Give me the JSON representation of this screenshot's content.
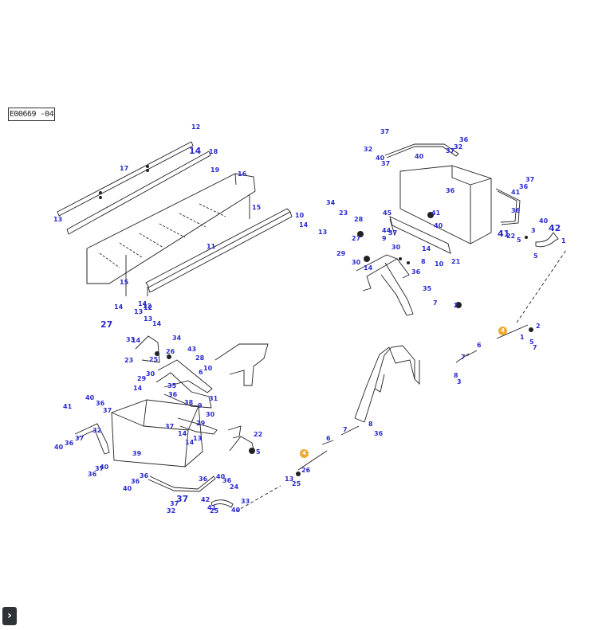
{
  "drawing_ref": "E00669 -04",
  "nav": {
    "icon": "chevron-right-icon",
    "glyph": "›"
  },
  "colors": {
    "callout": "#2b2bd0",
    "marker": "#f0a830",
    "line": "#222222"
  },
  "markers": [
    "4",
    "4"
  ],
  "callouts": [
    "12",
    "14",
    "18",
    "17",
    "19",
    "16",
    "13",
    "15",
    "11",
    "10",
    "14",
    "13",
    "14",
    "12",
    "14",
    "15",
    "27",
    "13",
    "14",
    "14",
    "13",
    "12",
    "33",
    "34",
    "23",
    "25",
    "26",
    "43",
    "28",
    "6",
    "10",
    "29",
    "30",
    "35",
    "14",
    "36",
    "38",
    "31",
    "9",
    "30",
    "37",
    "29",
    "14",
    "13",
    "14",
    "22",
    "5",
    "39",
    "41",
    "40",
    "36",
    "37",
    "32",
    "36",
    "37",
    "40",
    "36",
    "40",
    "37",
    "36",
    "36",
    "40",
    "32",
    "37",
    "36",
    "37",
    "40",
    "36",
    "24",
    "42",
    "41",
    "40",
    "25",
    "33",
    "27",
    "23",
    "34",
    "28",
    "29",
    "30",
    "14",
    "44",
    "9",
    "37",
    "30",
    "14",
    "8",
    "10",
    "21",
    "35",
    "36",
    "45",
    "41",
    "40",
    "36",
    "37",
    "32",
    "40",
    "37",
    "40",
    "36",
    "37",
    "32",
    "37",
    "36",
    "41",
    "36",
    "40",
    "42",
    "41",
    "22",
    "5",
    "3",
    "1",
    "5",
    "7",
    "2",
    "6",
    "7",
    "8",
    "3",
    "1",
    "5",
    "7",
    "2",
    "6",
    "7",
    "8",
    "36",
    "13",
    "25",
    "26"
  ]
}
